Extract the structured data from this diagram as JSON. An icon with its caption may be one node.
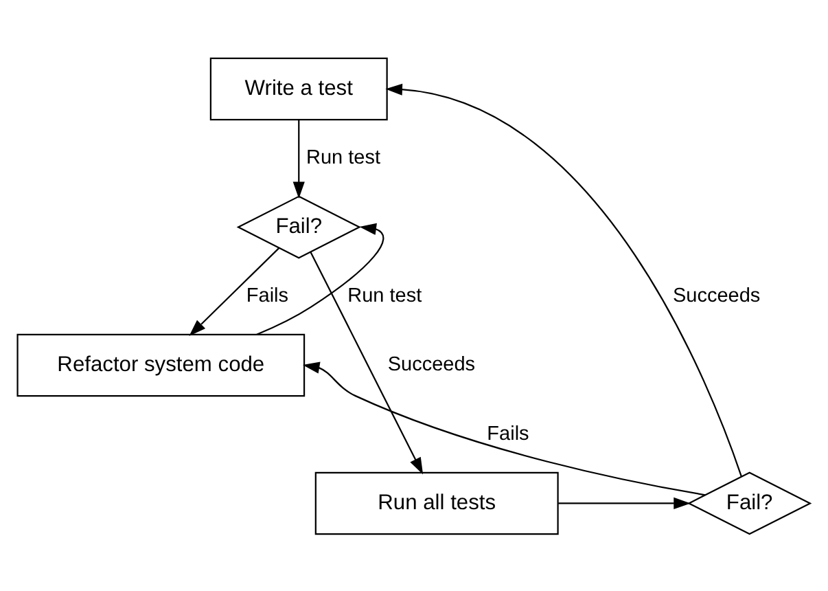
{
  "diagram": {
    "nodes": [
      {
        "text": [
          "Write a test"
        ]
      },
      {
        "text": [
          "Fail?"
        ]
      },
      {
        "text": [
          "Refactor system code"
        ]
      },
      {
        "text": [
          "Run all tests"
        ]
      },
      {
        "text": [
          "Fail?"
        ]
      }
    ],
    "edges": [
      {
        "from": 0,
        "to": 1,
        "arrow": "to",
        "label": "Run test"
      },
      {
        "from": 1,
        "to": 2,
        "arrow": "to",
        "label": "Fails"
      },
      {
        "from": 2,
        "to": 1,
        "arrow": "to",
        "label": "Run test"
      },
      {
        "from": 1,
        "to": 3,
        "arrow": "to",
        "label": "Succeeds"
      },
      {
        "from": 3,
        "to": 4,
        "arrow": "to"
      },
      {
        "from": 4,
        "to": 2,
        "arrow": "to",
        "label": "Fails"
      },
      {
        "from": 4,
        "to": 0,
        "arrow": "to",
        "label": "Succeeds"
      }
    ]
  }
}
